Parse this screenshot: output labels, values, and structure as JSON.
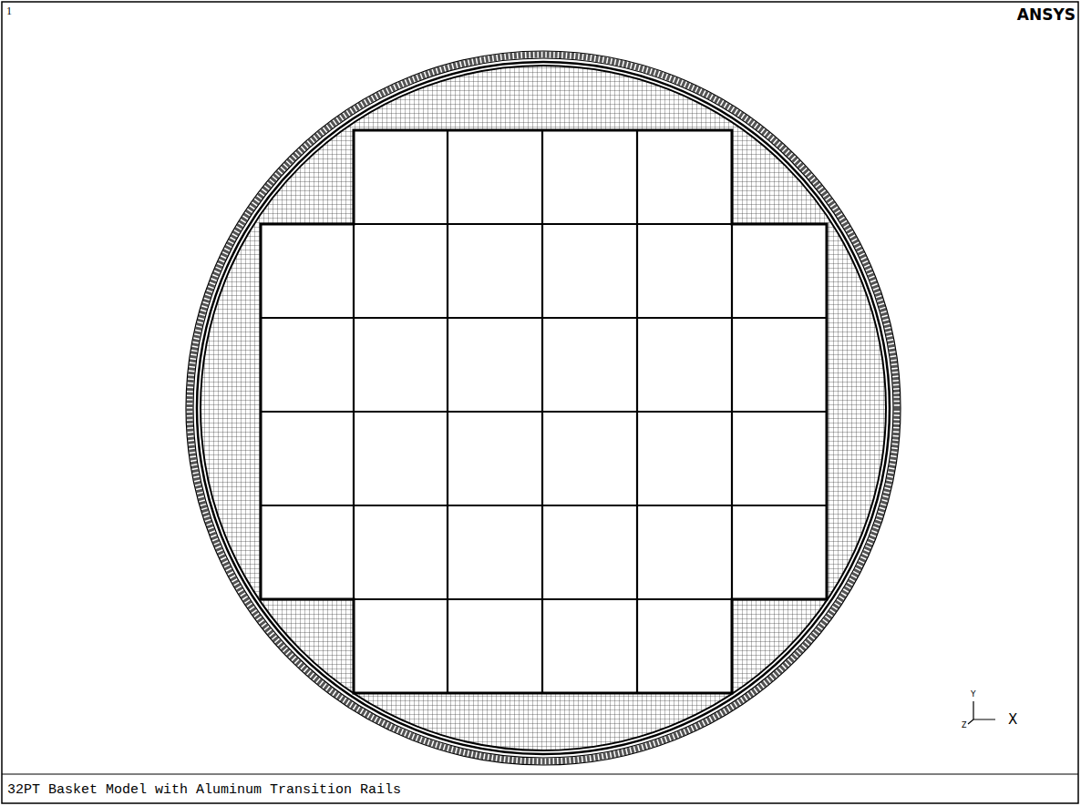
{
  "diagram": {
    "caption": "32PT Basket Model with Aluminum Transition Rails",
    "labels": [
      "1",
      "ANSYS",
      "Y",
      "Z",
      "X"
    ]
  }
}
